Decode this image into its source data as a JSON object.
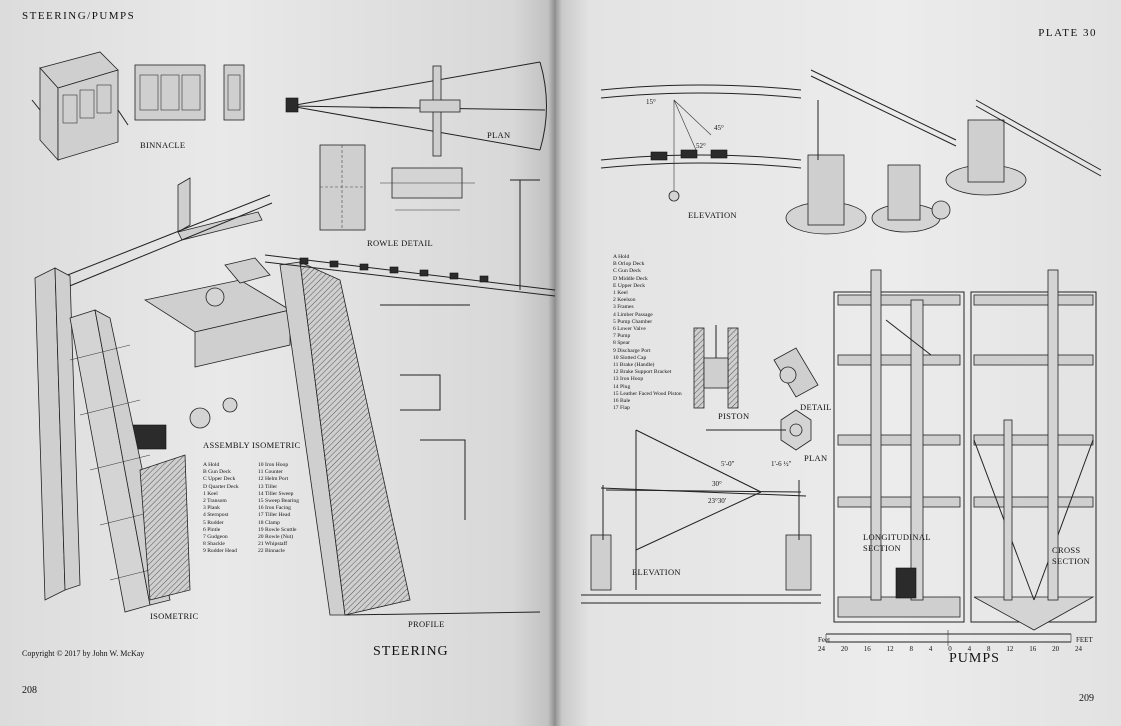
{
  "left_page": {
    "running_head": "STEERING/PUMPS",
    "page_number": "208",
    "copyright": "Copyright © 2017 by John W. McKay",
    "section_title": "STEERING",
    "labels": {
      "binnacle": "BINNACLE",
      "plan": "PLAN",
      "rowle_detail": "ROWLE DETAIL",
      "assembly_isometric": "ASSEMBLY ISOMETRIC",
      "isometric": "ISOMETRIC",
      "profile": "PROFILE"
    },
    "legend_col1": [
      "A Hold",
      "B Gun Deck",
      "C Upper Deck",
      "D Quarter Deck",
      "1 Keel",
      "2 Transom",
      "3 Plank",
      "4 Sternpost",
      "5 Rudder",
      "6 Pintle",
      "7 Gudgeon",
      "8 Shackle",
      "9 Rudder Head"
    ],
    "legend_col2": [
      "10 Iron Hoop",
      "11 Counter",
      "12 Helm Port",
      "13 Tiller",
      "14 Tiller Sweep",
      "15 Sweep Bearing",
      "16 Iron Facing",
      "17 Tiller Head",
      "18 Clamp",
      "19 Rowle Scuttle",
      "20 Rowle (Nut)",
      "21 Whipstaff",
      "22 Binnacle"
    ]
  },
  "right_page": {
    "plate": "PLATE 30",
    "page_number": "209",
    "section_title": "PUMPS",
    "labels": {
      "elevation_top": "ELEVATION",
      "piston": "PISTON",
      "detail": "DETAIL",
      "plan": "PLAN",
      "elevation_bottom": "ELEVATION",
      "longitudinal_section": "LONGITUDINAL\nSECTION",
      "cross_section": "CROSS\nSECTION",
      "feet": "FEET"
    },
    "legend": [
      "A Hold",
      "B Orlop Deck",
      "C Gun Deck",
      "D Middle Deck",
      "E Upper Deck",
      "1 Keel",
      "2 Keelson",
      "3 Frames",
      "4 Limber Passage",
      "5 Pump Chamber",
      "6 Lower Valve",
      "7 Pump",
      "8 Spear",
      "9 Discharge Port",
      "10 Slotted Cap",
      "11 Brake (Handle)",
      "12 Brake Support Bracket",
      "13 Iron Hoop",
      "14 Plug",
      "15 Leather Faced Wood Piston",
      "16 Bale",
      "17 Flap"
    ],
    "dimensions": {
      "dim_a": "5'-0\"",
      "dim_b": "1'-6 ½\"",
      "angle_a": "30°",
      "angle_b": "23°30'",
      "angle_c": "15°",
      "angle_d": "45°",
      "angle_e": "52°"
    },
    "scale_ticks": [
      "24",
      "20",
      "16",
      "12",
      "8",
      "4",
      "0",
      "4",
      "8",
      "12",
      "16",
      "20",
      "24"
    ],
    "scale_feet_label": "Feet"
  }
}
